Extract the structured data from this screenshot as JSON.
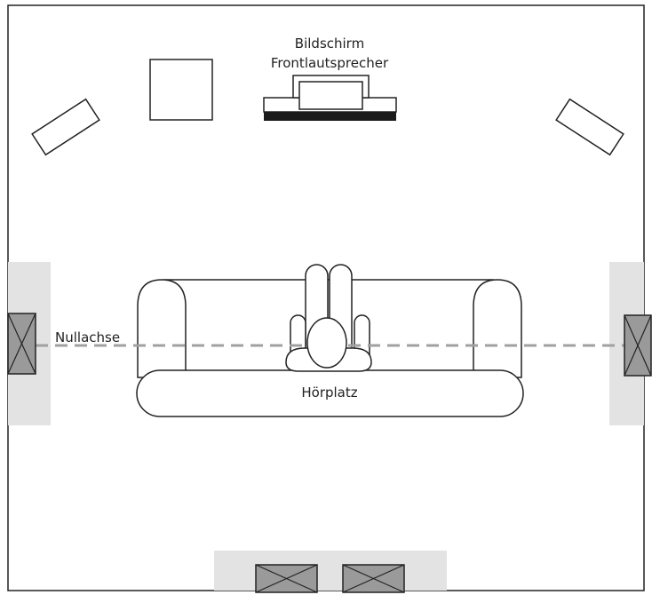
{
  "labels": {
    "screen": "Bildschirm",
    "front_speaker": "Frontlautsprecher",
    "zero_axis": "Nullachse",
    "listening_position": "Hörplatz"
  },
  "colors": {
    "line": "#222222",
    "zone": "#e3e3e3",
    "speaker_fill": "#9a9a9a",
    "axis_dash": "#a0a0a0",
    "background": "#ffffff"
  }
}
